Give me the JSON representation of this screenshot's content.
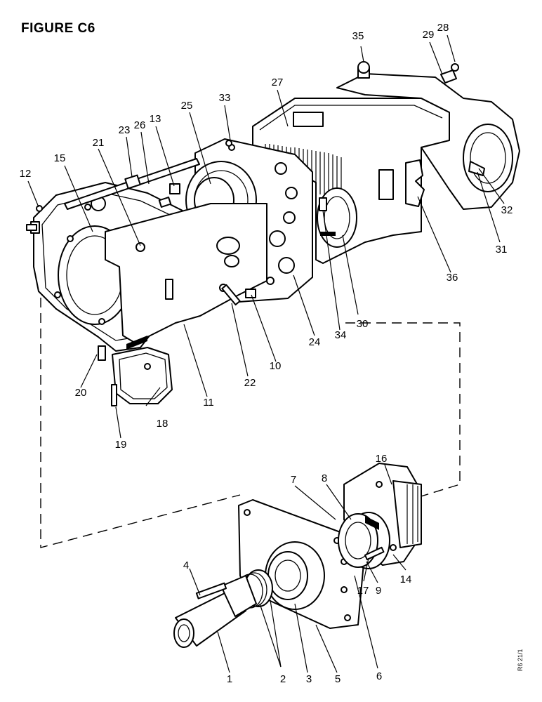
{
  "title": "FIGURE C6",
  "drawing_ref": "R6 21/1",
  "callouts": [
    "1",
    "2",
    "3",
    "4",
    "5",
    "6",
    "7",
    "8",
    "9",
    "10",
    "11",
    "12",
    "13",
    "14",
    "15",
    "16",
    "17",
    "18",
    "19",
    "20",
    "21",
    "22",
    "23",
    "24",
    "25",
    "26",
    "27",
    "28",
    "29",
    "30",
    "31",
    "32",
    "33",
    "34",
    "35",
    "36"
  ]
}
